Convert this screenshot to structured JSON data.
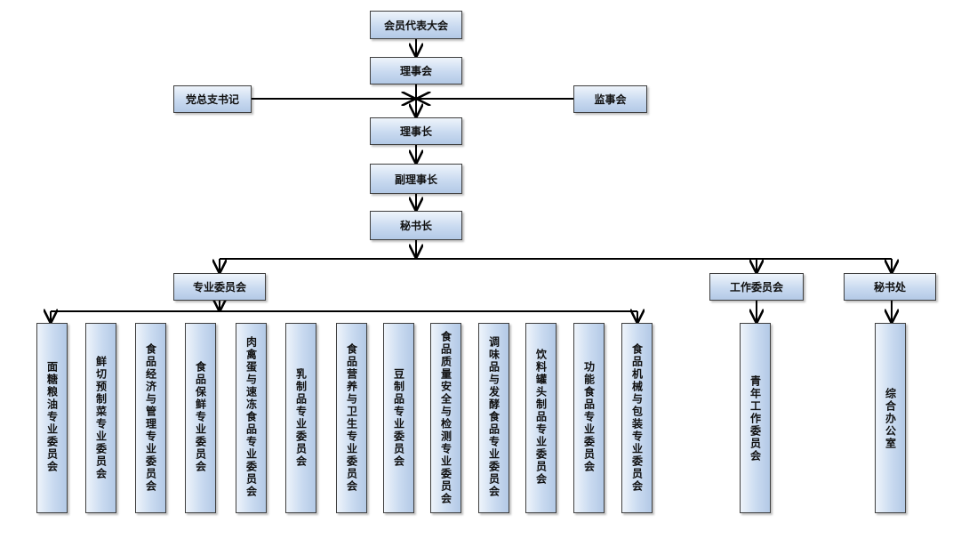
{
  "nodes": {
    "assembly": "会员代表大会",
    "council": "理事会",
    "party_branch": "党总支书记",
    "supervisory": "监事会",
    "chairman": "理事长",
    "vice_chairman": "副理事长",
    "secretary_general": "秘书长",
    "professional_committees": "专业委员会",
    "work_committee": "工作委员会",
    "secretariat": "秘书处"
  },
  "professional_committee_list": [
    "面糖粮油专业委员会",
    "鲜切预制菜专业委员会",
    "食品经济与管理专业委员会",
    "食品保鲜专业委员会",
    "肉禽蛋与速冻食品专业委员会",
    "乳制品专业委员会",
    "食品营养与卫生专业委员会",
    "豆制品专业委员会",
    "食品质量安全与检测专业委员会",
    "调味品与发酵食品专业委员会",
    "饮料罐头制品专业委员会",
    "功能食品专业委员会",
    "食品机械与包装专业委员会"
  ],
  "work_committee_list": [
    "青年工作委员会"
  ],
  "secretariat_list": [
    "综合办公室"
  ],
  "colors": {
    "box_fill_light": "#eef4fb",
    "box_fill_dark": "#b3c9e6",
    "line": "#000000"
  }
}
